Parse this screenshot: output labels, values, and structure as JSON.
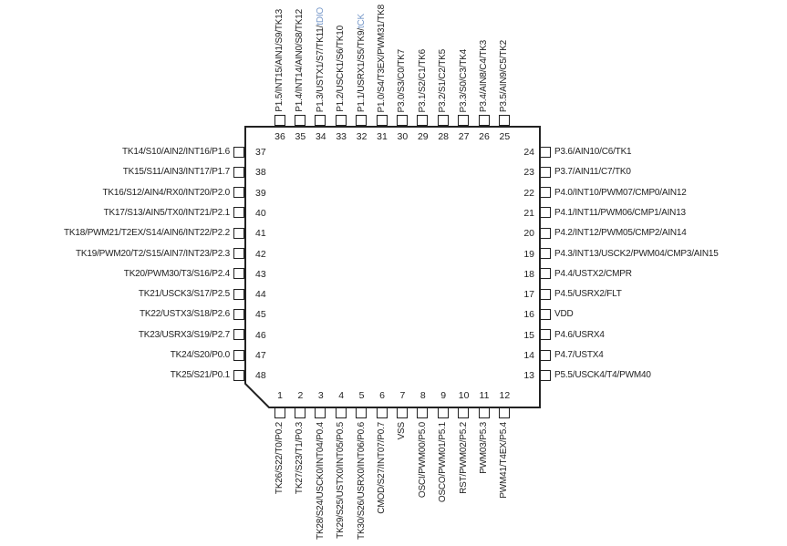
{
  "diagram": {
    "background": "#ffffff",
    "line_color": "#222222",
    "text_color": "#222222",
    "accent_color": "#7496c8"
  },
  "pins": {
    "top": [
      {
        "num": "36",
        "label": "P1.5/INT15/AIN1/S9/TK13"
      },
      {
        "num": "35",
        "label": "P1.4/INT14/AIN0/S8/TK12"
      },
      {
        "num": "34",
        "label": "P1.3/USTX1/S7/TK11/",
        "alt": "tDIO"
      },
      {
        "num": "33",
        "label": "P1.2/USCK1/S6/TK10"
      },
      {
        "num": "32",
        "label": "P1.1/USRX1/S5/TK9/",
        "alt": "tCK"
      },
      {
        "num": "31",
        "label": "P1.0/S4/T3EX/PWM31/TK8"
      },
      {
        "num": "30",
        "label": "P3.0/S3/C0/TK7"
      },
      {
        "num": "29",
        "label": "P3.1/S2/C1/TK6"
      },
      {
        "num": "28",
        "label": "P3.2/S1/C2/TK5"
      },
      {
        "num": "27",
        "label": "P3.3/S0/C3/TK4"
      },
      {
        "num": "26",
        "label": "P3.4/AIN8/C4/TK3"
      },
      {
        "num": "25",
        "label": "P3.5/AIN9/C5/TK2"
      }
    ],
    "left": [
      {
        "num": "37",
        "label": "TK14/S10/AIN2/INT16/P1.6"
      },
      {
        "num": "38",
        "label": "TK15/S11/AIN3/INT17/P1.7"
      },
      {
        "num": "39",
        "label": "TK16/S12/AIN4/RX0/INT20/P2.0"
      },
      {
        "num": "40",
        "label": "TK17/S13/AIN5/TX0/INT21/P2.1"
      },
      {
        "num": "41",
        "label": "TK18/PWM21/T2EX/S14/AIN6/INT22/P2.2"
      },
      {
        "num": "42",
        "label": "TK19/PWM20/T2/S15/AIN7/INT23/P2.3"
      },
      {
        "num": "43",
        "label": "TK20/PWM30/T3/S16/P2.4"
      },
      {
        "num": "44",
        "label": "TK21/USCK3/S17/P2.5"
      },
      {
        "num": "45",
        "label": "TK22/USTX3/S18/P2.6"
      },
      {
        "num": "46",
        "label": "TK23/USRX3/S19/P2.7"
      },
      {
        "num": "47",
        "label": "TK24/S20/P0.0"
      },
      {
        "num": "48",
        "label": "TK25/S21/P0.1"
      }
    ],
    "right": [
      {
        "num": "24",
        "label": "P3.6/AIN10/C6/TK1"
      },
      {
        "num": "23",
        "label": "P3.7/AIN11/C7/TK0"
      },
      {
        "num": "22",
        "label": "P4.0/INT10/PWM07/CMP0/AIN12"
      },
      {
        "num": "21",
        "label": "P4.1/INT11/PWM06/CMP1/AIN13"
      },
      {
        "num": "20",
        "label": "P4.2/INT12/PWM05/CMP2/AIN14"
      },
      {
        "num": "19",
        "label": "P4.3/INT13/USCK2/PWM04/CMP3/AIN15"
      },
      {
        "num": "18",
        "label": "P4.4/USTX2/CMPR"
      },
      {
        "num": "17",
        "label": "P4.5/USRX2/FLT"
      },
      {
        "num": "16",
        "label": "VDD"
      },
      {
        "num": "15",
        "label": "P4.6/USRX4"
      },
      {
        "num": "14",
        "label": "P4.7/USTX4"
      },
      {
        "num": "13",
        "label": "P5.5/USCK4/T4/PWM40"
      }
    ],
    "bottom": [
      {
        "num": "1",
        "label": "TK26/S22/T0/P0.2"
      },
      {
        "num": "2",
        "label": "TK27/S23/T1/P0.3"
      },
      {
        "num": "3",
        "label": "TK28/S24/USCK0/INT04/P0.4"
      },
      {
        "num": "4",
        "label": "TK29/S25/USTX0/INT05/P0.5"
      },
      {
        "num": "5",
        "label": "TK30/S26/USRX0/INT06/P0.6"
      },
      {
        "num": "6",
        "label": "CMOD/S27/INT07/P0.7"
      },
      {
        "num": "7",
        "label": "VSS"
      },
      {
        "num": "8",
        "label": "OSCI/PWM00/P5.0"
      },
      {
        "num": "9",
        "label": "OSCO/PWM01/P5.1"
      },
      {
        "num": "10",
        "label": "RST/PWM02/P5.2"
      },
      {
        "num": "11",
        "label": "PWM03/P5.3"
      },
      {
        "num": "12",
        "label": "PWM41/T4EX/P5.4"
      }
    ]
  }
}
